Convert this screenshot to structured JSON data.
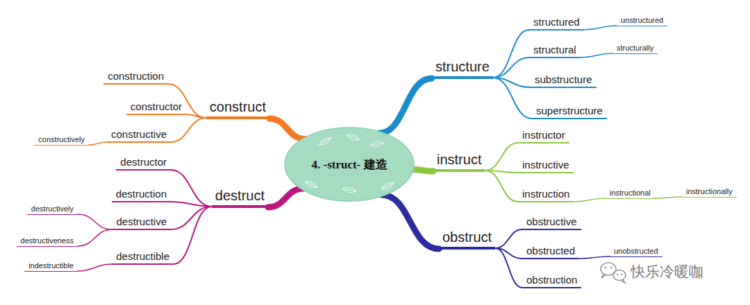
{
  "diagram": {
    "nodes": [
      {
        "text": [
          "4. -struct- 建造"
        ]
      },
      {
        "text": [
          "structure"
        ]
      },
      {
        "text": [
          "structured"
        ]
      },
      {
        "text": [
          "unstructured"
        ]
      },
      {
        "text": [
          "structural"
        ]
      },
      {
        "text": [
          "structurally"
        ]
      },
      {
        "text": [
          "substructure"
        ]
      },
      {
        "text": [
          "superstructure"
        ]
      },
      {
        "text": [
          "instruct"
        ]
      },
      {
        "text": [
          "instructor"
        ]
      },
      {
        "text": [
          "instructive"
        ]
      },
      {
        "text": [
          "instruction"
        ]
      },
      {
        "text": [
          "instructional"
        ]
      },
      {
        "text": [
          "instructionally"
        ]
      },
      {
        "text": [
          "obstruct"
        ]
      },
      {
        "text": [
          "obstructive"
        ]
      },
      {
        "text": [
          "obstructed"
        ]
      },
      {
        "text": [
          "unobstructed"
        ]
      },
      {
        "text": [
          "obstruction"
        ]
      },
      {
        "text": [
          "construct"
        ]
      },
      {
        "text": [
          "construction"
        ]
      },
      {
        "text": [
          "constructor"
        ]
      },
      {
        "text": [
          "constructive"
        ]
      },
      {
        "text": [
          "constructively"
        ]
      },
      {
        "text": [
          "destruct"
        ]
      },
      {
        "text": [
          "destructor"
        ]
      },
      {
        "text": [
          "destruction"
        ]
      },
      {
        "text": [
          "destructive"
        ]
      },
      {
        "text": [
          "destructively"
        ]
      },
      {
        "text": [
          "destructiveness"
        ]
      },
      {
        "text": [
          "destructible"
        ]
      },
      {
        "text": [
          "indestructible"
        ]
      }
    ],
    "edges": [
      {
        "from": 0,
        "to": 1,
        "arrow": "none"
      },
      {
        "from": 1,
        "to": 2,
        "arrow": "none"
      },
      {
        "from": 2,
        "to": 3,
        "arrow": "none"
      },
      {
        "from": 1,
        "to": 4,
        "arrow": "none"
      },
      {
        "from": 4,
        "to": 5,
        "arrow": "none"
      },
      {
        "from": 1,
        "to": 6,
        "arrow": "none"
      },
      {
        "from": 1,
        "to": 7,
        "arrow": "none"
      },
      {
        "from": 0,
        "to": 8,
        "arrow": "none"
      },
      {
        "from": 8,
        "to": 9,
        "arrow": "none"
      },
      {
        "from": 8,
        "to": 10,
        "arrow": "none"
      },
      {
        "from": 8,
        "to": 11,
        "arrow": "none"
      },
      {
        "from": 11,
        "to": 12,
        "arrow": "none"
      },
      {
        "from": 12,
        "to": 13,
        "arrow": "none"
      },
      {
        "from": 0,
        "to": 14,
        "arrow": "none"
      },
      {
        "from": 14,
        "to": 15,
        "arrow": "none"
      },
      {
        "from": 14,
        "to": 16,
        "arrow": "none"
      },
      {
        "from": 16,
        "to": 17,
        "arrow": "none"
      },
      {
        "from": 14,
        "to": 18,
        "arrow": "none"
      },
      {
        "from": 0,
        "to": 19,
        "arrow": "none"
      },
      {
        "from": 19,
        "to": 20,
        "arrow": "none"
      },
      {
        "from": 19,
        "to": 21,
        "arrow": "none"
      },
      {
        "from": 19,
        "to": 22,
        "arrow": "none"
      },
      {
        "from": 22,
        "to": 23,
        "arrow": "none"
      },
      {
        "from": 0,
        "to": 24,
        "arrow": "none"
      },
      {
        "from": 24,
        "to": 25,
        "arrow": "none"
      },
      {
        "from": 24,
        "to": 26,
        "arrow": "none"
      },
      {
        "from": 24,
        "to": 27,
        "arrow": "none"
      },
      {
        "from": 27,
        "to": 28,
        "arrow": "none"
      },
      {
        "from": 27,
        "to": 29,
        "arrow": "none"
      },
      {
        "from": 24,
        "to": 30,
        "arrow": "none"
      },
      {
        "from": 30,
        "to": 31,
        "arrow": "none"
      }
    ],
    "labels": [
      "快乐冷暖咖"
    ]
  }
}
